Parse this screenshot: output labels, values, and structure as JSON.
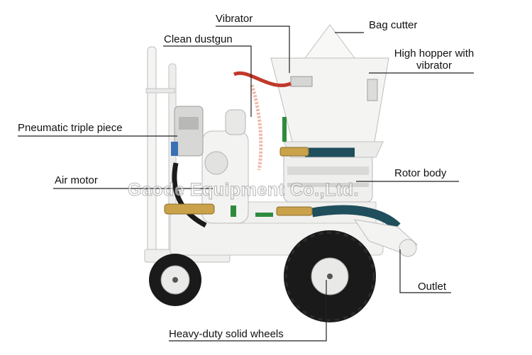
{
  "labels": {
    "vibrator": "Vibrator",
    "bag_cutter": "Bag cutter",
    "clean_dustgun": "Clean dustgun",
    "high_hopper": "High hopper with vibrator",
    "pneumatic_triple_piece": "Pneumatic triple piece",
    "air_motor": "Air motor",
    "rotor_body": "Rotor body",
    "outlet": "Outlet",
    "wheels": "Heavy-duty solid wheels"
  },
  "watermark": "Gaode Equipment Co.,Ltd.",
  "colors": {
    "machine_body": "#f2f2f0",
    "hose_blue": "#1f4e5c",
    "hose_red": "#c0392b",
    "tire": "#1a1a1a",
    "brass": "#c9a24a",
    "valve_green": "#2e8b3e",
    "leader_line": "#222222"
  }
}
